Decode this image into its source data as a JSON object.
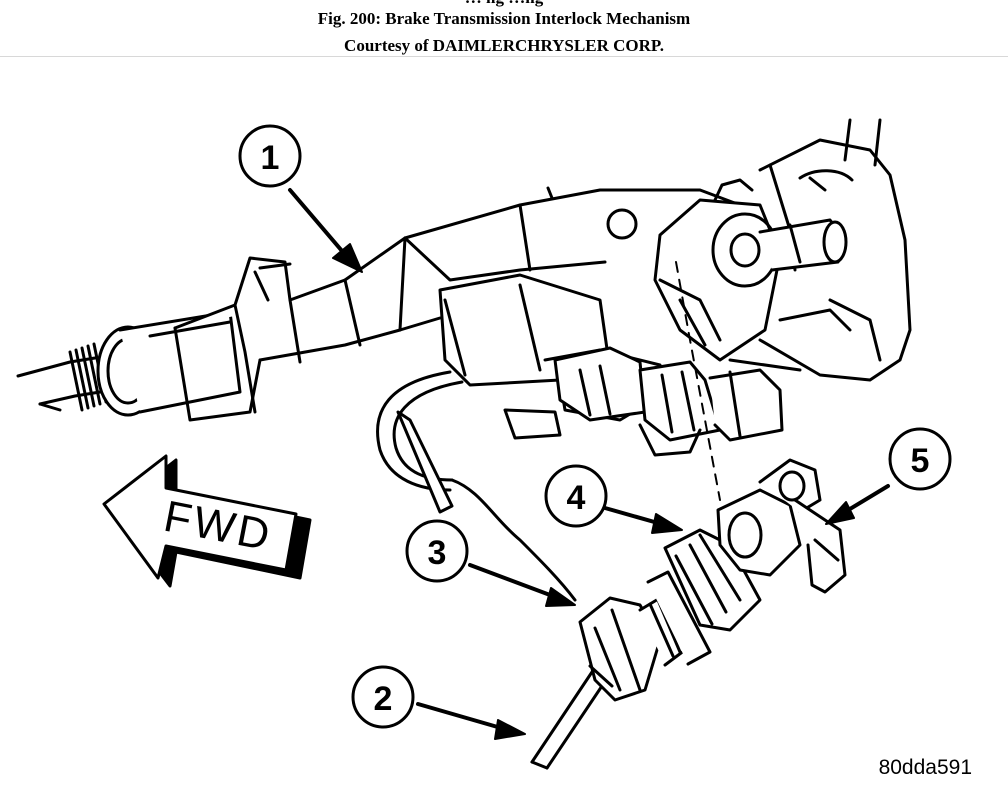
{
  "header": {
    "partial_line": "… ng …ng",
    "title": "Fig. 200: Brake Transmission Interlock Mechanism",
    "credit": "Courtesy of DAIMLERCHRYSLER CORP."
  },
  "diagram": {
    "direction_label": "FWD",
    "callouts": [
      "1",
      "2",
      "3",
      "4",
      "5"
    ],
    "figure_code": "80dda591"
  },
  "colors": {
    "line": "#000000",
    "background": "#ffffff"
  }
}
